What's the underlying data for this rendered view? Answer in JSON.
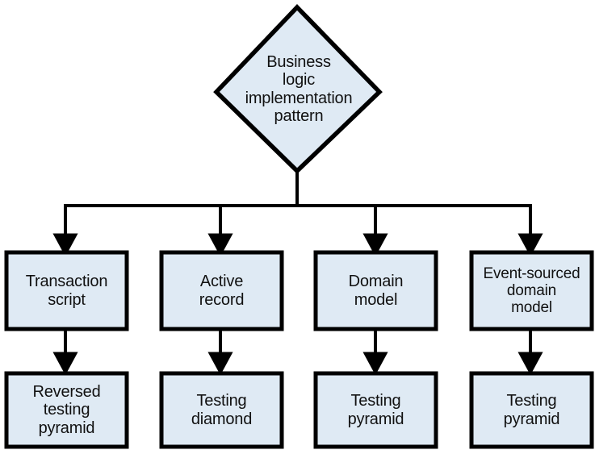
{
  "diagram": {
    "type": "flowchart",
    "orientation": "top-down",
    "colors": {
      "node_fill": "#dfeaf4",
      "node_stroke": "#000000",
      "connector": "#000000",
      "text": "#111111",
      "background": "#ffffff"
    },
    "root": {
      "shape": "diamond",
      "label": "Business\nlogic\nimplementation\npattern"
    },
    "patterns": [
      {
        "shape": "rectangle",
        "label": "Transaction\nscript",
        "testing_strategy": {
          "shape": "rectangle",
          "label": "Reversed\ntesting\npyramid"
        }
      },
      {
        "shape": "rectangle",
        "label": "Active\nrecord",
        "testing_strategy": {
          "shape": "rectangle",
          "label": "Testing\ndiamond"
        }
      },
      {
        "shape": "rectangle",
        "label": "Domain\nmodel",
        "testing_strategy": {
          "shape": "rectangle",
          "label": "Testing\npyramid"
        }
      },
      {
        "shape": "rectangle",
        "label": "Event-sourced\ndomain\nmodel",
        "testing_strategy": {
          "shape": "rectangle",
          "label": "Testing\npyramid"
        }
      }
    ]
  }
}
